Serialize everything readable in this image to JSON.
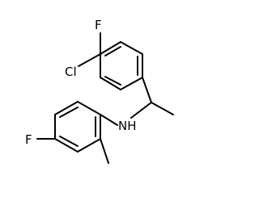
{
  "structure": {
    "atoms": {
      "fluorine_top": "F",
      "chlorine": "Cl",
      "amine": "NH",
      "fluorine_left": "F"
    },
    "colors": {
      "bond": "#000000",
      "label": "#000000",
      "background": "#ffffff"
    }
  }
}
